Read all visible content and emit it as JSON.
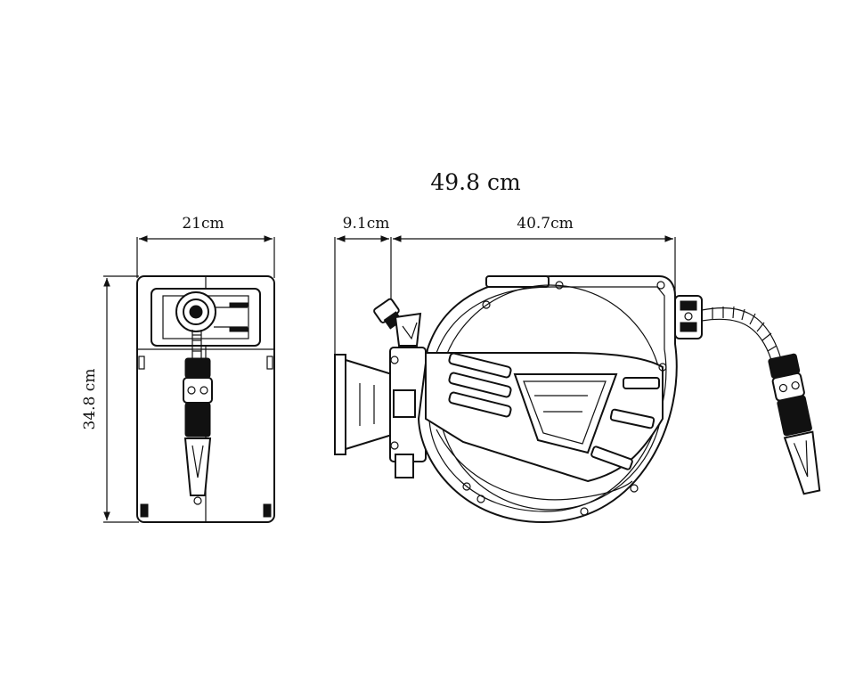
{
  "dimensions": {
    "total_width": "49.8 cm",
    "front_width": "21cm",
    "height": "34.8 cm",
    "bracket_depth": "9.1cm",
    "body_width": "40.7cm"
  }
}
